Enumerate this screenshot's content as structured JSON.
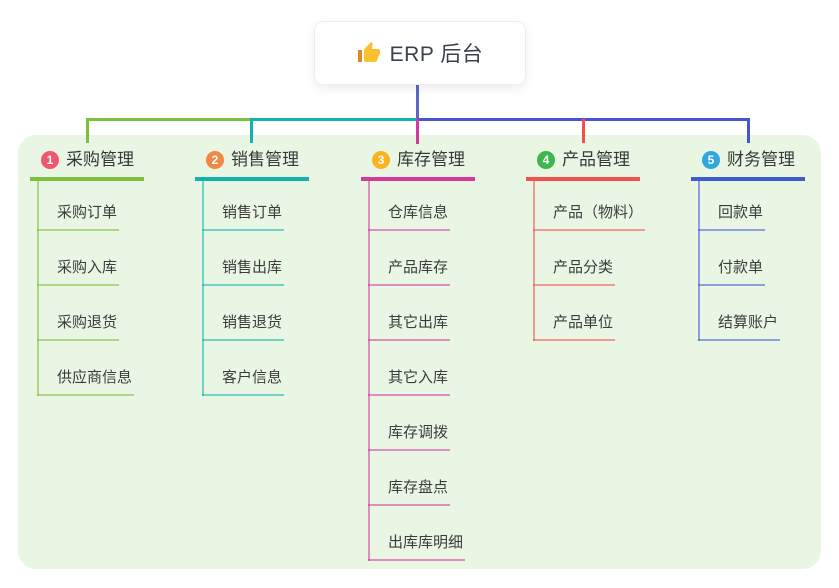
{
  "root": {
    "icon": "thumbs-up-icon",
    "label": "ERP 后台"
  },
  "colors": {
    "canvas_background": "#ffffff",
    "panel_background": "#e9f6e3",
    "root_connector": "#5b68c7",
    "root_text": "#38414d",
    "branch_text": "#383838",
    "child_text": "#3c3c3c"
  },
  "branches": [
    {
      "badge": "1",
      "label": "采购管理",
      "line_color": "#7dbf3e",
      "badge_color": "#f1566e",
      "children": [
        "采购订单",
        "采购入库",
        "采购退货",
        "供应商信息"
      ]
    },
    {
      "badge": "2",
      "label": "销售管理",
      "line_color": "#12b3ad",
      "badge_color": "#ef8a44",
      "children": [
        "销售订单",
        "销售出库",
        "销售退货",
        "客户信息"
      ]
    },
    {
      "badge": "3",
      "label": "库存管理",
      "line_color": "#d6389c",
      "badge_color": "#fab31e",
      "children": [
        "仓库信息",
        "产品库存",
        "其它出库",
        "其它入库",
        "库存调拨",
        "库存盘点",
        "出库库明细"
      ]
    },
    {
      "badge": "4",
      "label": "产品管理",
      "line_color": "#f4504c",
      "badge_color": "#3cb64d",
      "children": [
        "产品（物料）",
        "产品分类",
        "产品单位"
      ]
    },
    {
      "badge": "5",
      "label": "财务管理",
      "line_color": "#3f5bd3",
      "badge_color": "#2fa7e0",
      "children": [
        "回款单",
        "付款单",
        "结算账户"
      ]
    }
  ]
}
